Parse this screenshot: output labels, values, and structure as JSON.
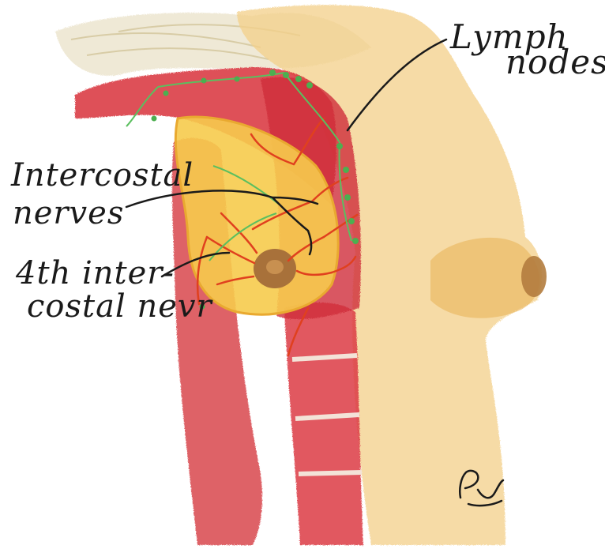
{
  "labels": {
    "lymph_nodes": [
      "Lymph",
      "nodes"
    ],
    "intercostal_nerves": [
      "Intercostal",
      "nerves"
    ],
    "fourth_intercostal_nerve": [
      "4th inter-",
      "costal nevr"
    ]
  },
  "signature": "Pv",
  "colors": {
    "skin": "#f2c46a",
    "skin_shade": "#e8a94a",
    "muscle": "#d9333a",
    "muscle_light": "#e8767a",
    "fat_gland": "#f7c948",
    "areola": "#a8713a",
    "nerve": "#e0401e",
    "lymph": "#5bbf5f",
    "hair": "#e9e0c6",
    "ink": "#1a1a1a"
  }
}
